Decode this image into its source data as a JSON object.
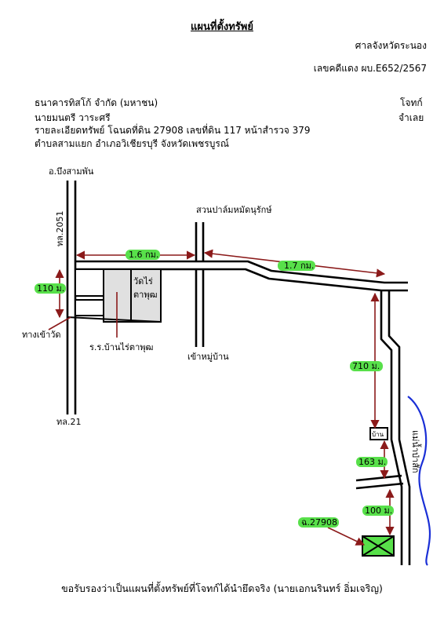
{
  "header": {
    "title": "แผนที่ตั้งทรัพย์",
    "court": "ศาลจังหวัดระนอง",
    "case_no": "เลขคดีแดง ผบ.E652/2567"
  },
  "parties": {
    "plaintiff": "ธนาคารทิสโก้ จำกัด (มหาชน)",
    "defendant": "นายมนตรี วาระศรี",
    "plaintiff_role": "โจทก์",
    "defendant_role": "จำเลย"
  },
  "property": {
    "details": "รายละเอียดทรัพย์ โฉนดที่ดิน 27908 เลขที่ดิน 117 หน้าสำรวจ 379",
    "location": "ตำบลสามแยก อำเภอวิเชียรบุรี จังหวัดเพชรบูรณ์"
  },
  "map": {
    "places": {
      "bueng_sam_phan": "อ.บึงสามพัน",
      "hwy_2051": "ทล.2051",
      "hwy_21": "ทล.21",
      "temple_entrance": "ทางเข้าวัด",
      "school": "ร.ร.บ้านไร่ตาพุฒ",
      "temple_line1": "วัดไร่",
      "temple_line2": "ตาพุฒ",
      "palm_garden": "สวนปาล์มหมัดนุรักษ์",
      "village_entrance": "เข้าหมู่บ้าน",
      "house": "บ้าน",
      "river": "แม่น้ำป่าสัก",
      "parcel": "ฉ.27908"
    },
    "distances": {
      "d1": "1.6 กม.",
      "d2": "1.7 กม.",
      "d3": "110 ม.",
      "d4": "710 ม.",
      "d5": "163 ม.",
      "d6": "100 ม."
    },
    "colors": {
      "label_highlight": "#58e04a",
      "distance_arrow": "#8b1a1a",
      "river": "#1a2fd6",
      "school_block": "#e0e0e0"
    }
  },
  "footer": {
    "certification": "ขอรับรองว่าเป็นแผนที่ตั้งทรัพย์ที่โจทก์ได้นำยึดจริง (นายเอกนรินทร์ อิ่มเจริญ)"
  }
}
